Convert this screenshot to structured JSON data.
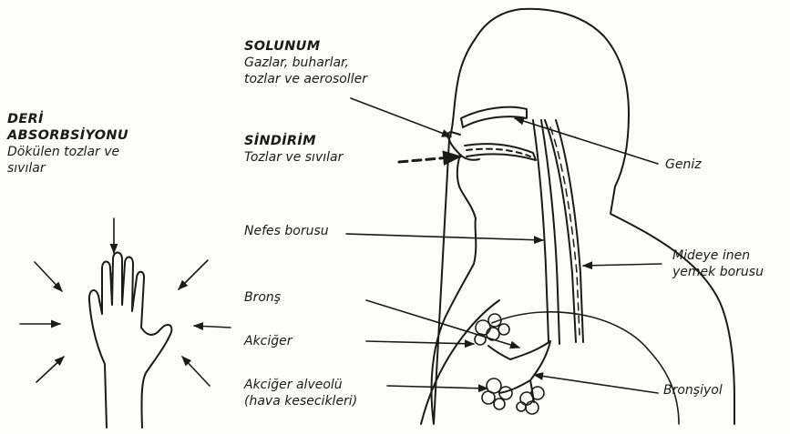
{
  "skin": {
    "title_line1": "DERİ",
    "title_line2": "ABSORBSİYONU",
    "desc_line1": "Dökülen tozlar ve",
    "desc_line2": "sıvılar"
  },
  "respiration": {
    "title": "SOLUNUM",
    "desc_line1": "Gazlar, buharlar,",
    "desc_line2": "tozlar ve aerosoller"
  },
  "digestion": {
    "title": "SİNDİRİM",
    "desc": "Tozlar ve sıvılar"
  },
  "labels": {
    "nasopharynx": "Geniz",
    "windpipe": "Nefes borusu",
    "esophagus_line1": "Mideye inen",
    "esophagus_line2": "yemek borusu",
    "bronchus": "Bronş",
    "lung": "Akciğer",
    "alveoli_line1": "Akciğer alveolü",
    "alveoli_line2": "(hava kesecikleri)",
    "bronchiole": "Bronşiyol"
  }
}
